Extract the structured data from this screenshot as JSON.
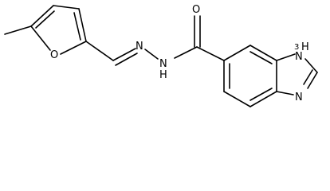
{
  "atoms": {
    "carbonyl_oxygen": "O",
    "furan_oxygen": "O",
    "imine_nitrogen": "N",
    "amide_nitrogen": "N",
    "amide_hydrogen": "H",
    "imidazole_nitrogen_top": "N",
    "imidazole_hydrogen": "H",
    "imidazole_hydrogen_number": "3",
    "imidazole_nitrogen_bottom": "N"
  }
}
